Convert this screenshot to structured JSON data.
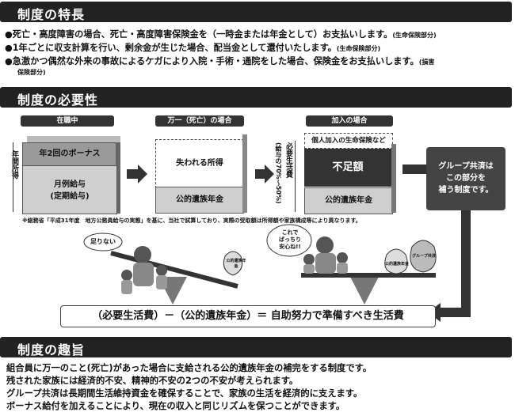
{
  "section1": {
    "title": "制度の特長",
    "bullets": [
      {
        "text": "●死亡・高度障害の場合、死亡・高度障害保険金を（一時金または年金として）お支払いします。",
        "note": "(生命保険部分)"
      },
      {
        "text": "●1年ごとに収支計算を行い、剰余金が生じた場合、配当金として還付いたします。",
        "note": "(生命保険部分)"
      },
      {
        "text": "●急激かつ偶然な外来の事故によるケガにより入院・手術・通院をした場合、保険金をお支払いします。",
        "note": "(損害"
      },
      {
        "text": "保険部分)",
        "note": ""
      }
    ]
  },
  "section2": {
    "title": "制度の必要性",
    "stage_labels": [
      "在職中",
      "万一（死亡）の場合",
      "加入の場合"
    ],
    "stage1": {
      "bonus": "年2回のボーナス",
      "salary_line1": "月例給与",
      "salary_line2": "(定期給与)",
      "side_label": "年間所得"
    },
    "stage2": {
      "lost": "失われる所得",
      "pension": "公的遺族年金"
    },
    "stage3": {
      "side_label": "必要生活費",
      "side_ratio": "(給与の70%～50%)",
      "personal": "個人加入の生命保険など",
      "shortage": "不足額",
      "pension": "公的遺族年金"
    },
    "group_box": "グループ共済はこの部分を補う制度です。",
    "group_box_lines": [
      "グループ共済は",
      "この部分を",
      "補う制度です。"
    ],
    "footnote": "※総務省「平成31年度　地方公務員給与の実態」を基に、当社で試算しており、実際の受取額は所得額や家族構成等により異なります。",
    "bubble_left": "足りない",
    "bubble_right_lines": [
      "これで",
      "ばっちり",
      "安心ね!!"
    ],
    "bag_left": "公的遺族年金",
    "bag_right_a": "公的遺族年金",
    "bag_right_b": "グループ共済",
    "formula": "（必要生活費）－（公的遺族年金）＝ 自助努力で準備すべき生活費"
  },
  "section3": {
    "title": "制度の趣旨",
    "lines": [
      "組合員に万一のこと(死亡)があった場合に支給される公的遺族年金の補完をする制度です。",
      "残された家族には経済的不安、精神的不安の2つの不安が考えられます。",
      "グループ共済は長期間生活維持資金を確保することで、家族の生活を経済的に支えます。",
      "ボーナス給付を加えることにより、現在の収入と同じリズムを保つことができます。"
    ]
  },
  "colors": {
    "header_bg": "#222222",
    "dark_box": "#333333",
    "mid_box": "#9a9a9a",
    "light_box": "#cfcfcf"
  }
}
